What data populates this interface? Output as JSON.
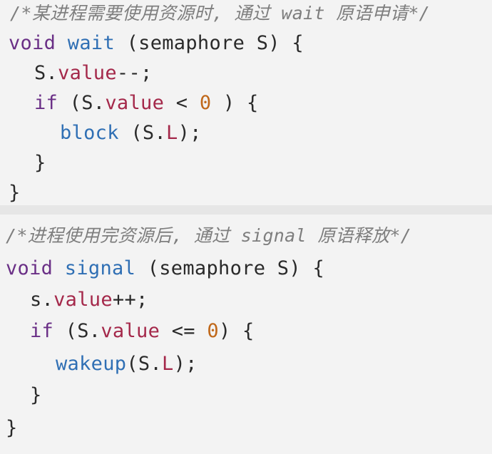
{
  "code": {
    "block1": {
      "comment": "/*某进程需要使用资源时, 通过 wait 原语申请*/",
      "l1": {
        "kw": "void",
        "fn": "wait",
        "rest": " (semaphore S) {"
      },
      "l2": {
        "obj": "S.",
        "mem": "value",
        "rest": "--;"
      },
      "l3": {
        "kw": "if",
        "a": " (S.",
        "mem": "value",
        "b": " < ",
        "num": "0",
        "c": " ) {"
      },
      "l4": {
        "fn": "block",
        "a": " (S.",
        "mem": "L",
        "b": ");"
      },
      "l5": "}",
      "l6": "}"
    },
    "block2": {
      "comment": "/*进程使用完资源后, 通过 signal 原语释放*/",
      "l1": {
        "kw": "void",
        "fn": "signal",
        "rest": " (semaphore S) {"
      },
      "l2": {
        "obj": "s.",
        "mem": "value",
        "rest": "++;"
      },
      "l3": {
        "kw": "if",
        "a": " (S.",
        "mem": "value",
        "b": " <= ",
        "num": "0",
        "c": ") {"
      },
      "l4": {
        "fn": "wakeup",
        "a": "(S.",
        "mem": "L",
        "b": ");"
      },
      "l5": "}",
      "l6": "}"
    }
  }
}
